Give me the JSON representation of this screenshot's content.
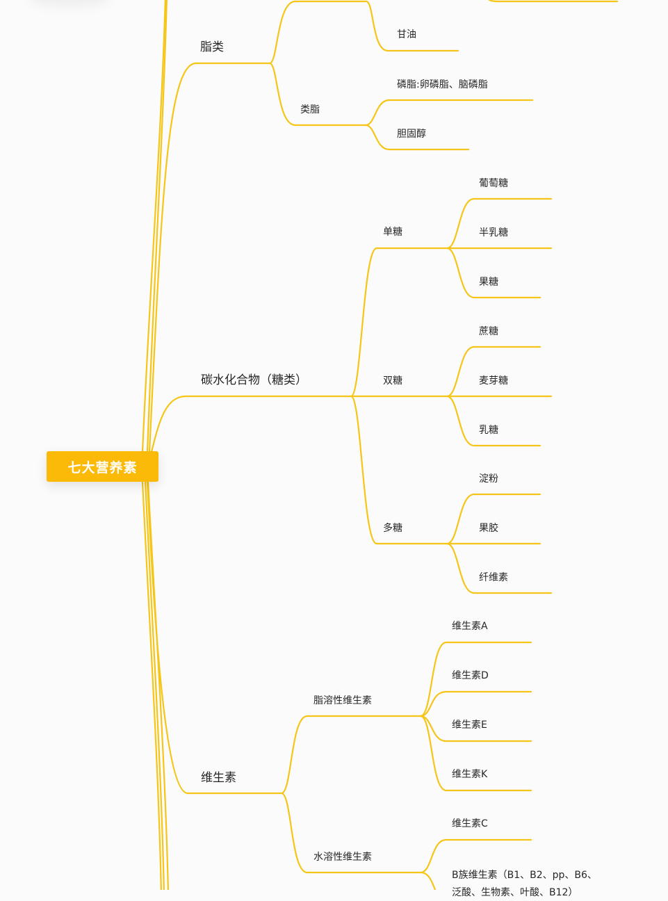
{
  "theme": {
    "background": "#fbfbfb",
    "root_fill": "#fbb908",
    "root_text": "#ffffff",
    "line_color": "#f5c518",
    "text_color": "#262626"
  },
  "root": {
    "label": "七大营养素"
  },
  "branches": {
    "fat": {
      "label": "脂类",
      "children": {
        "top_partial": {
          "label": ""
        },
        "glycerol": {
          "label": "甘油"
        },
        "lipoid": {
          "label": "类脂",
          "children": [
            {
              "label": "磷脂:卵磷脂、脑磷脂"
            },
            {
              "label": "胆固醇"
            }
          ]
        }
      }
    },
    "carbs": {
      "label": "碳水化合物（糖类）",
      "children": [
        {
          "label": "单糖",
          "children": [
            {
              "label": "葡萄糖"
            },
            {
              "label": "半乳糖"
            },
            {
              "label": "果糖"
            }
          ]
        },
        {
          "label": "双糖",
          "children": [
            {
              "label": "蔗糖"
            },
            {
              "label": "麦芽糖"
            },
            {
              "label": "乳糖"
            }
          ]
        },
        {
          "label": "多糖",
          "children": [
            {
              "label": "淀粉"
            },
            {
              "label": "果胶"
            },
            {
              "label": "纤维素"
            }
          ]
        }
      ]
    },
    "vitamins": {
      "label": "维生素",
      "children": [
        {
          "label": "脂溶性维生素",
          "children": [
            {
              "label": "维生素A"
            },
            {
              "label": "维生素D"
            },
            {
              "label": "维生素E"
            },
            {
              "label": "维生素K"
            }
          ]
        },
        {
          "label": "水溶性维生素",
          "children": [
            {
              "label": "维生素C"
            },
            {
              "label": "B族维生素（B1、B2、pp、B6、",
              "label_line2": "泛酸、生物素、叶酸、B12）"
            }
          ]
        }
      ]
    }
  }
}
